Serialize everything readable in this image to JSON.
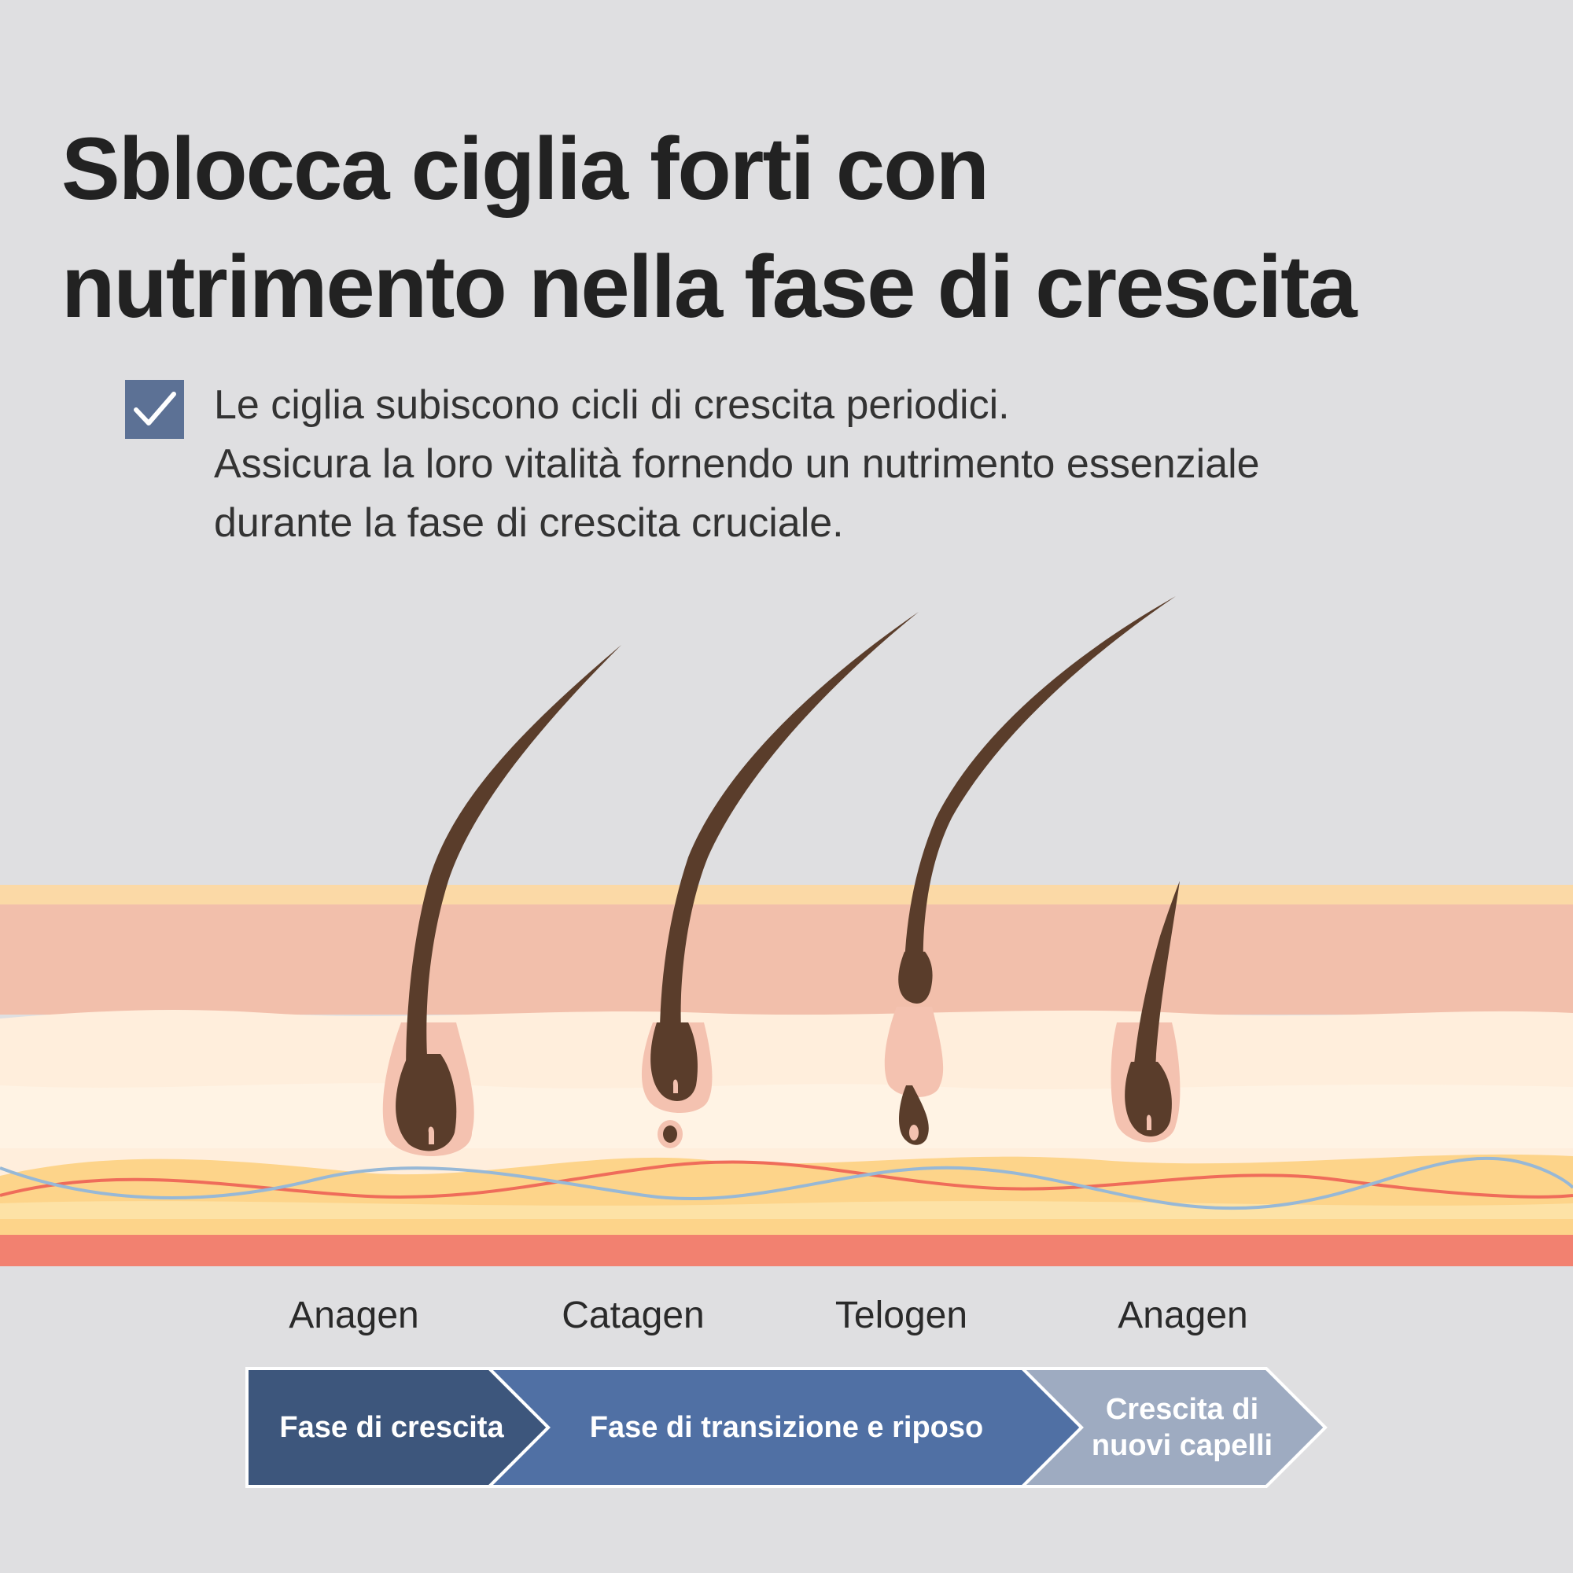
{
  "headline": {
    "line1": "Sblocca ciglia forti con",
    "line2": "nutrimento nella fase di crescita"
  },
  "intro": {
    "icon": "checkmark-icon",
    "lines": [
      "Le ciglia subiscono cicli di crescita periodici.",
      "Assicura la loro vitalità fornendo un nutrimento essenziale",
      "durante la fase di crescita cruciale."
    ]
  },
  "phases": [
    {
      "name": "Anagen"
    },
    {
      "name": "Catagen"
    },
    {
      "name": "Telogen"
    },
    {
      "name": "Anagen"
    }
  ],
  "timeline": {
    "growth": "Fase di crescita",
    "transition": "Fase di transizione e riposo",
    "new_growth_line1": "Crescita di",
    "new_growth_line2": "nuovi capelli"
  },
  "colors": {
    "background": "#dfdfe1",
    "hair": "#5a3d2b",
    "epidermis": "#f2bfab",
    "dermis": "#ffeedc",
    "fat": "#fdd48a",
    "bottom_band": "#f28170",
    "artery": "#ef6c5a",
    "vein": "#97b8d6",
    "arrow_dark": "#3d567c",
    "arrow_mid": "#5070a4",
    "arrow_light": "#9eabc1",
    "check_box": "#5c7195"
  }
}
